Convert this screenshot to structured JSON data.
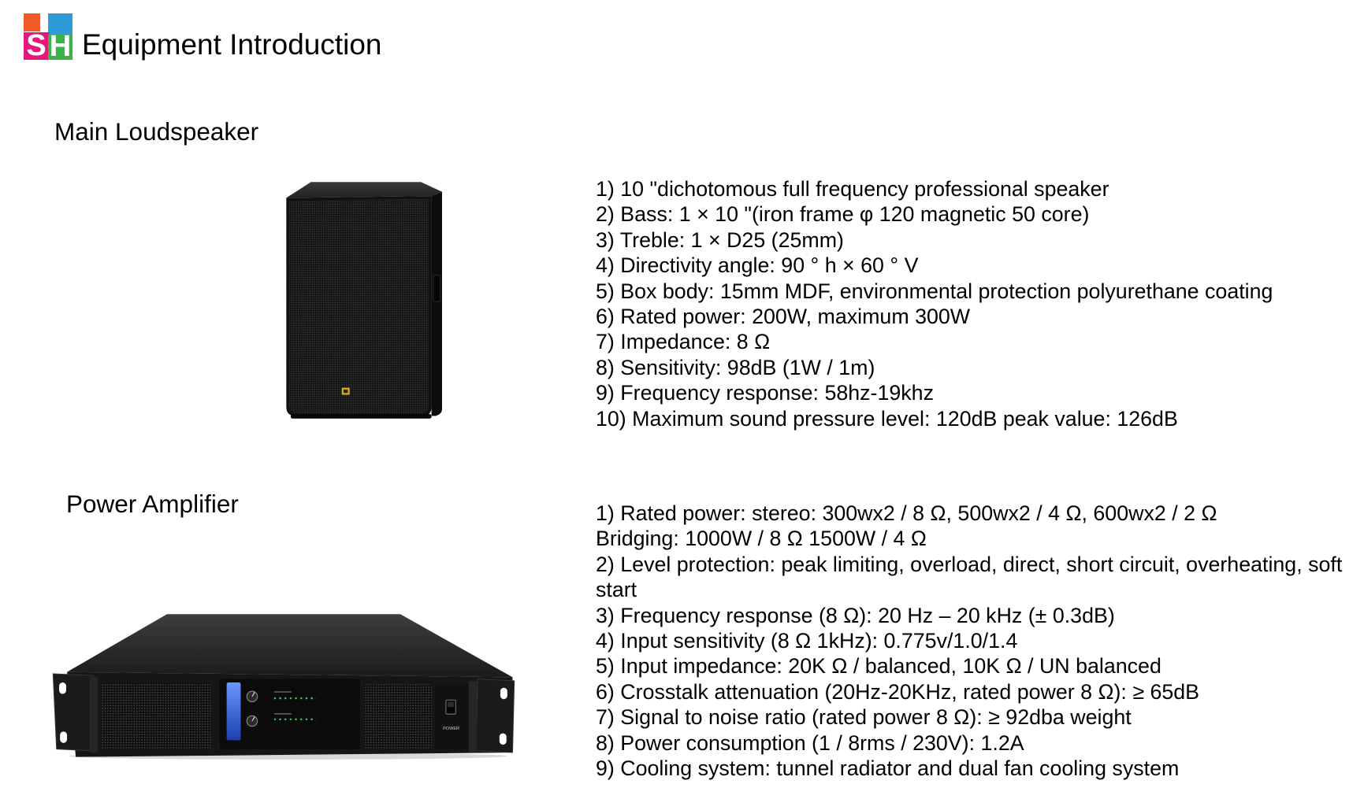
{
  "logo": {
    "letter_left": "S",
    "letter_right": "H",
    "colors": {
      "top_left": "#f15a29",
      "top_right": "#2e9bd9",
      "bottom_left": "#e5177e",
      "bottom_right": "#3cb34a"
    }
  },
  "header": {
    "title": "Equipment Introduction"
  },
  "sections": {
    "loudspeaker": {
      "heading": "Main Loudspeaker",
      "specs": [
        "1) 10 \"dichotomous full frequency professional speaker",
        "2) Bass: 1 × 10 \"(iron frame φ 120 magnetic 50 core)",
        "3) Treble: 1 × D25 (25mm)",
        "4) Directivity angle: 90 ° h × 60 ° V",
        "5) Box body: 15mm MDF, environmental protection polyurethane coating",
        "6) Rated power: 200W, maximum 300W",
        "7) Impedance: 8 Ω",
        "8) Sensitivity: 98dB (1W / 1m)",
        "9) Frequency response: 58hz-19khz",
        "10) Maximum sound pressure level: 120dB peak value: 126dB"
      ]
    },
    "amplifier": {
      "heading": "Power Amplifier",
      "panel_power_label": "POWER",
      "specs": [
        "1) Rated power: stereo: 300wx2 / 8 Ω, 500wx2 / 4 Ω, 600wx2 / 2 Ω",
        "Bridging: 1000W / 8 Ω 1500W / 4 Ω",
        "2) Level protection: peak limiting, overload, direct, short circuit, overheating, soft start",
        "3) Frequency response (8 Ω): 20 Hz – 20 kHz (± 0.3dB)",
        "4) Input sensitivity (8 Ω 1kHz): 0.775v/1.0/1.4",
        "5) Input impedance: 20K Ω / balanced, 10K Ω / UN balanced",
        "6) Crosstalk attenuation (20Hz-20KHz, rated power 8 Ω): ≥ 65dB",
        "7) Signal to noise ratio (rated power 8 Ω): ≥ 92dba weight",
        "8) Power consumption (1 / 8rms / 230V): 1.2A",
        "9) Cooling system: tunnel radiator and dual fan cooling system"
      ]
    }
  }
}
